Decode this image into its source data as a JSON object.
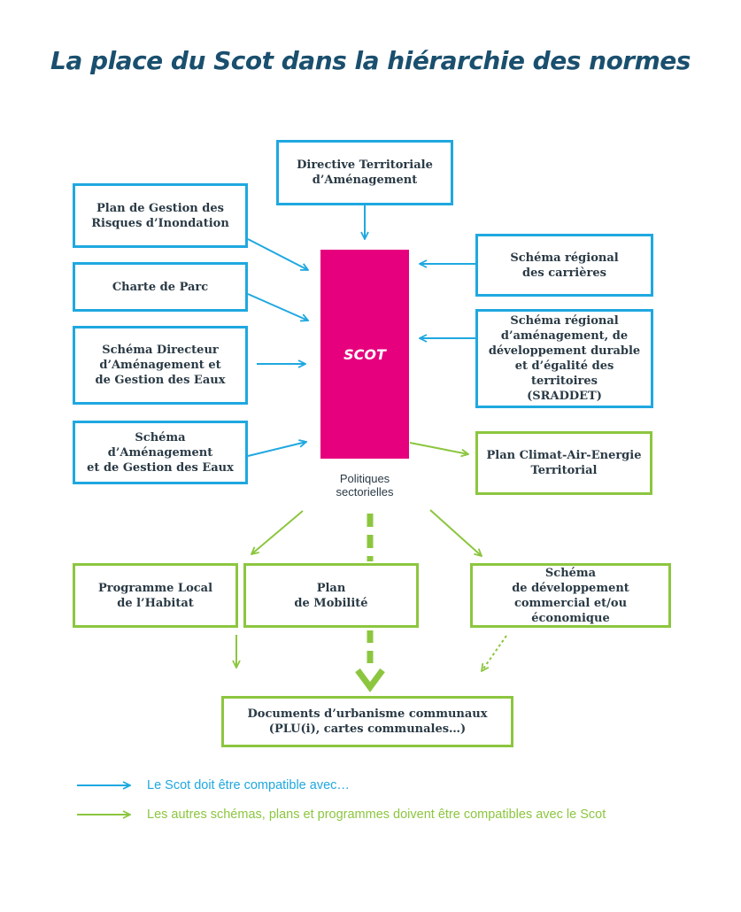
{
  "title": "La place du Scot dans la hiérarchie des normes",
  "colors": {
    "blue": "#1fa8e0",
    "green": "#8cc63f",
    "magenta": "#e6007e",
    "title": "#1a4f6e"
  },
  "center": {
    "label": "SCOT",
    "sub_label": "Politiques\nsectorielles"
  },
  "top_box": "Directive Territoriale\nd’Aménagement",
  "left_boxes": [
    "Plan de Gestion des\nRisques d’Inondation",
    "Charte de Parc",
    "Schéma Directeur\nd’Aménagement et\nde Gestion des Eaux",
    "Schéma d’Aménagement\net de Gestion des Eaux"
  ],
  "right_boxes": [
    "Schéma régional\ndes carrières",
    "Schéma régional\nd’aménagement, de\ndéveloppement durable\net d’égalité des territoires\n(SRADDET)"
  ],
  "right_green_box": "Plan Climat-Air-Energie\nTerritorial",
  "bottom_boxes": [
    "Programme Local\nde l’Habitat",
    "Plan\nde Mobilité",
    "Schéma\nde développement\ncommercial et/ou économique"
  ],
  "final_box": "Documents d’urbanisme communaux\n(PLU(i), cartes communales…)",
  "legend": {
    "blue_text": "Le Scot doit être compatible avec…",
    "green_text": "Les autres schémas, plans et programmes doivent être compatibles avec le Scot"
  }
}
